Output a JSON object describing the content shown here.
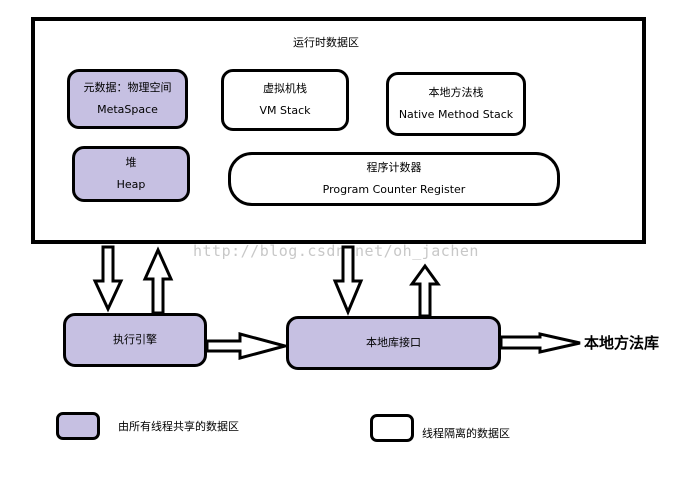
{
  "runtime_area": {
    "title": "运行时数据区"
  },
  "metaspace": {
    "title_cn": "元数据：物理空间",
    "title_en": "MetaSpace"
  },
  "vm_stack": {
    "title_cn": "虚拟机栈",
    "title_en": "VM Stack"
  },
  "native_method_stack": {
    "title_cn": "本地方法栈",
    "title_en": "Native Method Stack"
  },
  "heap": {
    "title_cn": "堆",
    "title_en": "Heap"
  },
  "pc_register": {
    "title_cn": "程序计数器",
    "title_en": "Program Counter Register"
  },
  "execution_engine": {
    "title": "执行引擎"
  },
  "native_interface": {
    "title": "本地库接口"
  },
  "native_library": {
    "title": "本地方法库"
  },
  "legend": {
    "shared": "由所有线程共享的数据区",
    "private": "线程隔离的数据区"
  },
  "watermark": "http://blog.csdn.net/oh_jachen",
  "colors": {
    "shared_fill": "#c6c0e2",
    "private_fill": "#ffffff",
    "stroke": "#000000"
  }
}
